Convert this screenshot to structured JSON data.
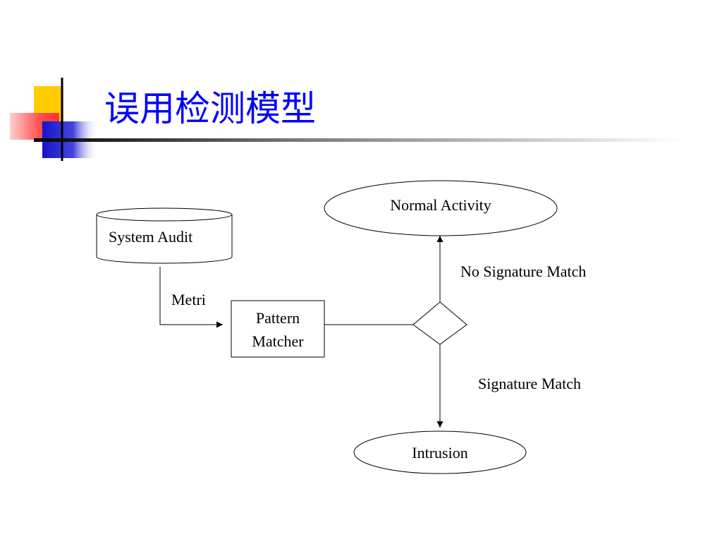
{
  "slide": {
    "title": "误用检测模型"
  },
  "diagram": {
    "nodes": {
      "system_audit": "System Audit",
      "pattern_matcher_line1": "Pattern",
      "pattern_matcher_line2": "Matcher",
      "normal_activity": "Normal Activity",
      "intrusion": "Intrusion"
    },
    "edges": {
      "metri": "Metri",
      "no_signature_match": "No Signature Match",
      "signature_match": "Signature Match"
    }
  },
  "colors": {
    "title": "#0000ff",
    "accent_yellow": "#ffcc00",
    "accent_red": "#ff4d4d",
    "accent_blue": "#2020cc",
    "line": "#000000"
  }
}
